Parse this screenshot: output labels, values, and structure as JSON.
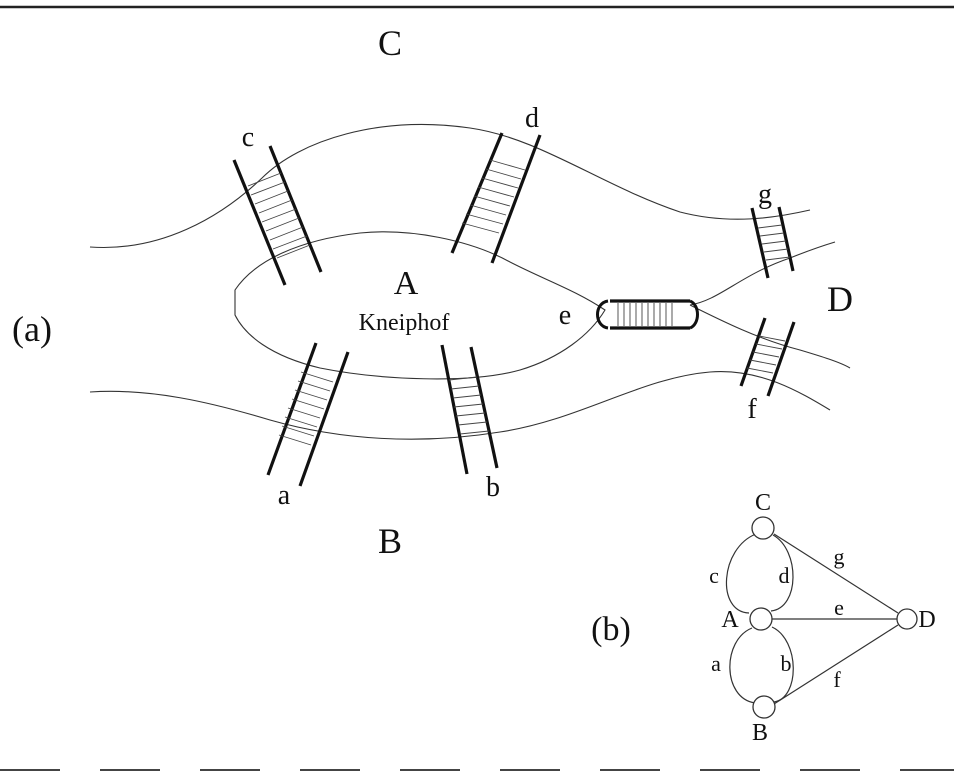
{
  "panel_a": {
    "caption": "(a)",
    "regions": {
      "C": "C",
      "A": "A",
      "A_name": "Kneiphof",
      "B": "B",
      "D": "D"
    },
    "bridges": [
      "a",
      "b",
      "c",
      "d",
      "e",
      "f",
      "g"
    ]
  },
  "panel_b": {
    "caption": "(b)",
    "nodes": [
      "A",
      "B",
      "C",
      "D"
    ],
    "edges": [
      {
        "label": "a",
        "from": "A",
        "to": "B"
      },
      {
        "label": "b",
        "from": "A",
        "to": "B"
      },
      {
        "label": "c",
        "from": "A",
        "to": "C"
      },
      {
        "label": "d",
        "from": "A",
        "to": "C"
      },
      {
        "label": "e",
        "from": "A",
        "to": "D"
      },
      {
        "label": "f",
        "from": "B",
        "to": "D"
      },
      {
        "label": "g",
        "from": "C",
        "to": "D"
      }
    ]
  }
}
